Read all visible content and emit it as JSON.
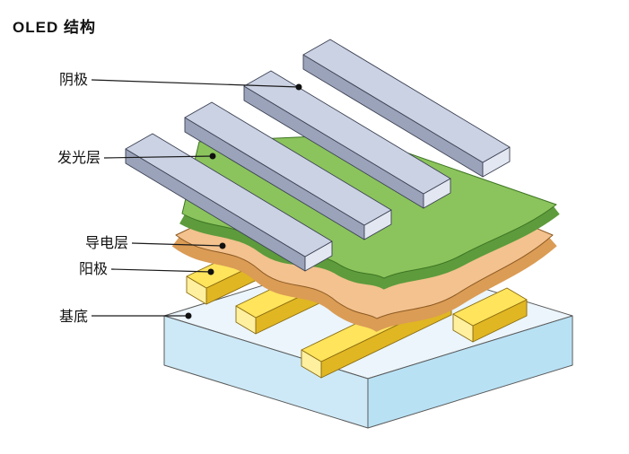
{
  "title": "OLED 结构",
  "labels": {
    "cathode": "阴极",
    "emissive_layer": "发光层",
    "conductive_layer": "导电层",
    "anode": "阳极",
    "substrate": "基底"
  },
  "colors": {
    "background": "#FFFFFF",
    "line": "#1A1A1A",
    "cathode_top": "#CBD2E3",
    "cathode_side": "#9BA3BA",
    "cathode_end": "#E3E7F1",
    "emissive_top": "#8BC45C",
    "emissive_edge": "#5D9B3C",
    "conductive_top": "#F3C28E",
    "conductive_edge": "#DB9C55",
    "anode_top": "#FFE45C",
    "anode_side": "#E0B623",
    "anode_end": "#FFF0A0",
    "substrate_top": "#EBF5FB",
    "substrate_left": "#CDE9F7",
    "substrate_right": "#B8E1F4"
  }
}
